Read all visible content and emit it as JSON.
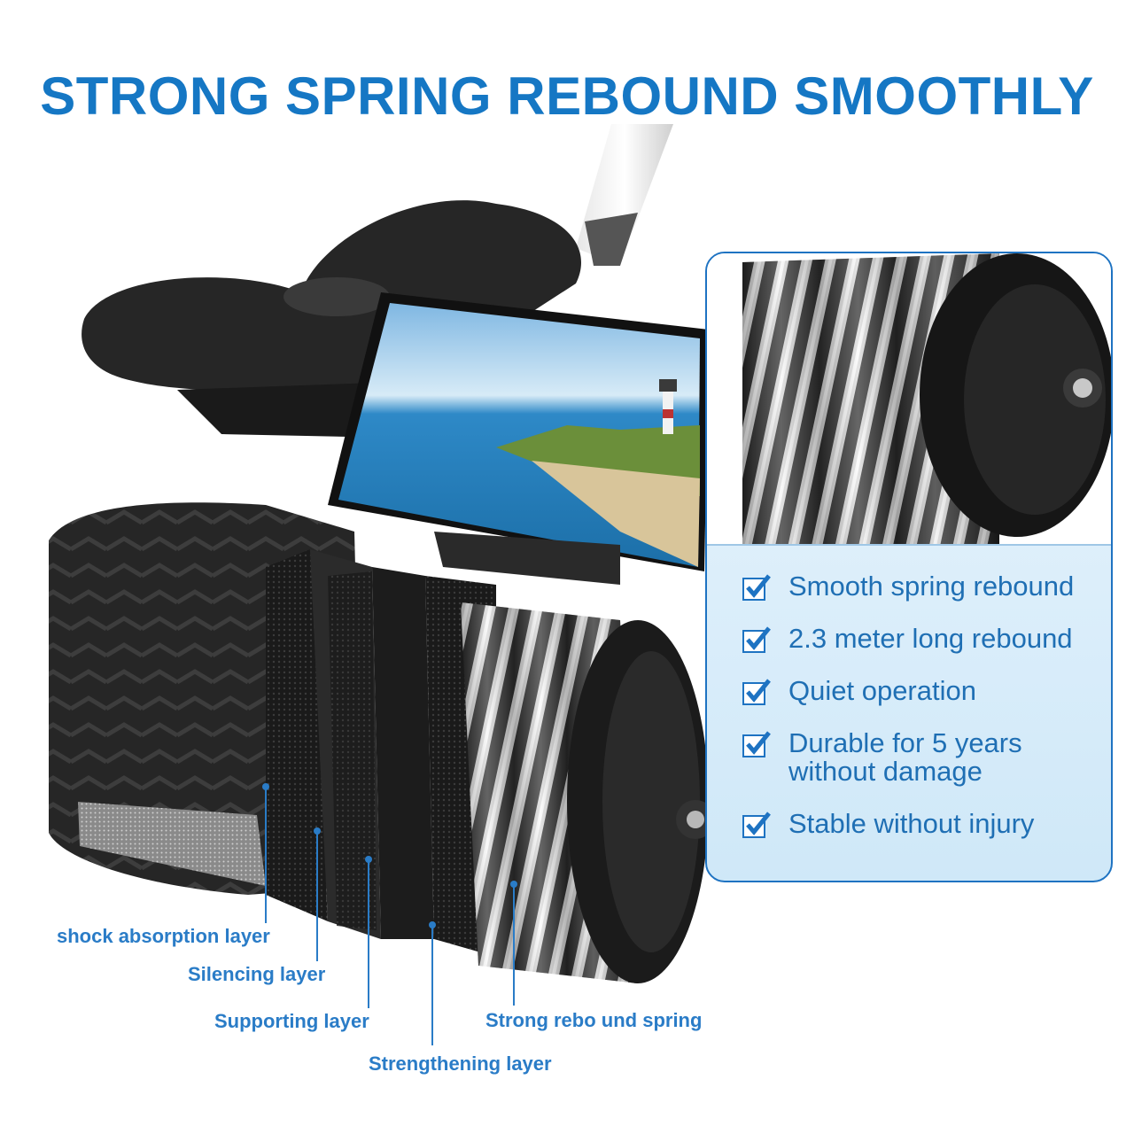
{
  "title": "STRONG SPRING REBOUND SMOOTHLY",
  "features": [
    {
      "icon": "checkbox-checked-icon",
      "label": "Smooth spring rebound"
    },
    {
      "icon": "checkbox-checked-icon",
      "label": "2.3 meter long rebound"
    },
    {
      "icon": "checkbox-checked-icon",
      "label": "Quiet operation"
    },
    {
      "icon": "checkbox-checked-icon",
      "label": "Durable for 5 years without damage"
    },
    {
      "icon": "checkbox-checked-icon",
      "label": "Stable without injury"
    }
  ],
  "callouts": {
    "shock": "shock absorption layer",
    "silencing": "Silencing layer",
    "supporting": "Supporting layer",
    "strengthening": "Strengthening layer",
    "spring": "Strong rebo und spring"
  },
  "colors": {
    "accent": "#1577c4",
    "label": "#2a7cc7",
    "panel_border": "#1e73c2",
    "panel_bg": "#d8eefb"
  }
}
